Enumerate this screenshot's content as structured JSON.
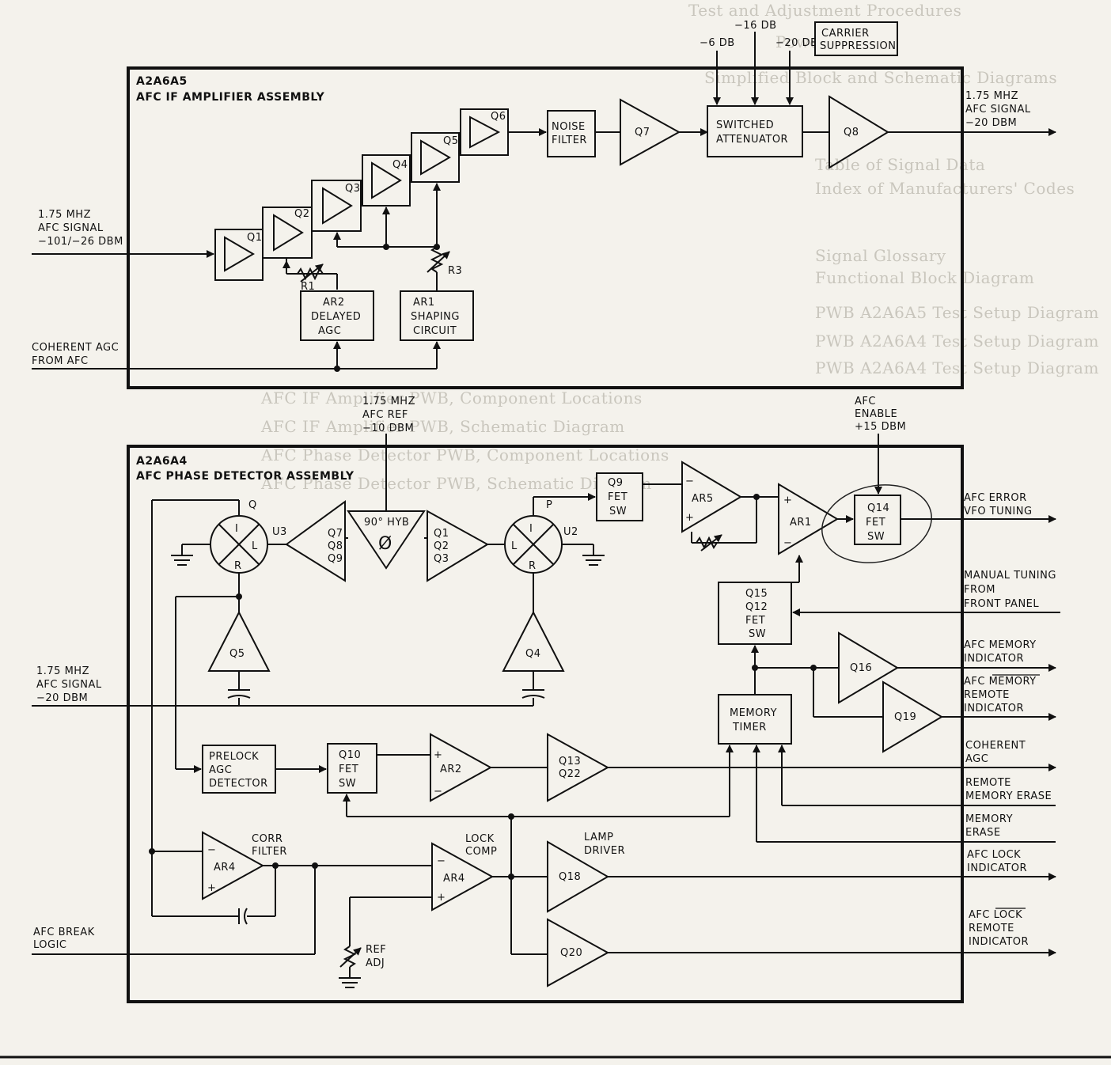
{
  "background_text": [
    "Test and Adjustment Procedures",
    "Power Supply",
    "Simplified Block and Schematic Diagrams",
    "Table of Signal Data",
    "Index of Manufacturers' Codes",
    "Signal Glossary",
    "Functional Block Diagram",
    "PWB A2A6A5 Test Setup Diagram",
    "PWB A2A6A4 Test Setup Diagram",
    "PWB A2A6A4 Test Setup Diagram",
    "AFC IF Amplifier PWB, Component Locations",
    "AFC IF Amplifier PWB, Schematic Diagram",
    "AFC Phase Detector PWB, Component Locations",
    "AFC Phase Detector PWB, Schematic Diagram"
  ],
  "top": {
    "id": "A2A6A5",
    "title": "AFC IF AMPLIFIER ASSEMBLY",
    "input_signal": [
      "1.75 MHZ",
      "AFC SIGNAL",
      "−101/−26 DBM"
    ],
    "coherent_agc": [
      "COHERENT AGC",
      "FROM AFC"
    ],
    "stages": [
      "Q1",
      "Q2",
      "Q3",
      "Q4",
      "Q5",
      "Q6"
    ],
    "r1": "R1",
    "r3": "R3",
    "ar2": [
      "AR2",
      "DELAYED",
      "AGC"
    ],
    "ar1": [
      "AR1",
      "SHAPING",
      "CIRCUIT"
    ],
    "noise_filter": [
      "NOISE",
      "FILTER"
    ],
    "q7": "Q7",
    "q8": "Q8",
    "attenuator": [
      "SWITCHED",
      "ATTENUATOR"
    ],
    "db_taps": [
      "−6 DB",
      "−16 DB",
      "−20 DB"
    ],
    "carrier": [
      "CARRIER",
      "SUPPRESSION"
    ],
    "output_signal": [
      "1.75 MHZ",
      "AFC SIGNAL",
      "−20 DBM"
    ]
  },
  "bottom": {
    "id": "A2A6A4",
    "title": "AFC PHASE DETECTOR ASSEMBLY",
    "afc_ref": [
      "1.75 MHZ",
      "AFC REF",
      "−10 DBM"
    ],
    "afc_enable": [
      "AFC",
      "ENABLE",
      "+15 DBM"
    ],
    "u3": "U3",
    "u2": "U2",
    "mixer_ports": [
      "I",
      "L",
      "R"
    ],
    "port_q": "Q",
    "port_p": "P",
    "q7q8q9": [
      "Q7",
      "Q8",
      "Q9"
    ],
    "hyb": "90° HYB",
    "phi": "Ø",
    "q1q2q3": [
      "Q1",
      "Q2",
      "Q3"
    ],
    "q9fet": [
      "Q9",
      "FET",
      "SW"
    ],
    "ar5": "AR5",
    "ar1": "AR1",
    "q14fet": [
      "Q14",
      "FET",
      "SW"
    ],
    "afc_error": [
      "AFC ERROR",
      "VFO TUNING"
    ],
    "manual_tuning": [
      "MANUAL TUNING",
      "FROM",
      "FRONT PANEL"
    ],
    "q15": [
      "Q15",
      "Q12",
      "FET",
      "SW"
    ],
    "q5": "Q5",
    "q4": "Q4",
    "afc_signal_in": [
      "1.75 MHZ",
      "AFC SIGNAL",
      "−20 DBM"
    ],
    "q16": "Q16",
    "q19": "Q19",
    "afc_memory": [
      "AFC MEMORY",
      "INDICATOR"
    ],
    "afc_memory_remote": [
      "AFC MEMORY",
      "REMOTE",
      "INDICATOR"
    ],
    "memory_timer": [
      "MEMORY",
      "TIMER"
    ],
    "prelock": [
      "PRELOCK",
      "AGC",
      "DETECTOR"
    ],
    "q10fet": [
      "Q10",
      "FET",
      "SW"
    ],
    "ar2": "AR2",
    "q13": [
      "Q13",
      "Q22"
    ],
    "coherent_agc": [
      "COHERENT",
      "AGC"
    ],
    "remote_erase": [
      "REMOTE",
      "MEMORY ERASE"
    ],
    "memory_erase": [
      "MEMORY",
      "ERASE"
    ],
    "corr_filter": [
      "CORR",
      "FILTER"
    ],
    "ar4": "AR4",
    "lock_comp": [
      "LOCK",
      "COMP"
    ],
    "lamp_driver": [
      "LAMP",
      "DRIVER"
    ],
    "q18": "Q18",
    "q20": "Q20",
    "afc_lock": [
      "AFC LOCK",
      "INDICATOR"
    ],
    "afc_lock_remote": [
      "AFC LOCK",
      "REMOTE",
      "INDICATOR"
    ],
    "afc_break": [
      "AFC BREAK",
      "LOGIC"
    ],
    "ref_adj": [
      "REF",
      "ADJ"
    ],
    "plus": "+",
    "minus": "−"
  }
}
